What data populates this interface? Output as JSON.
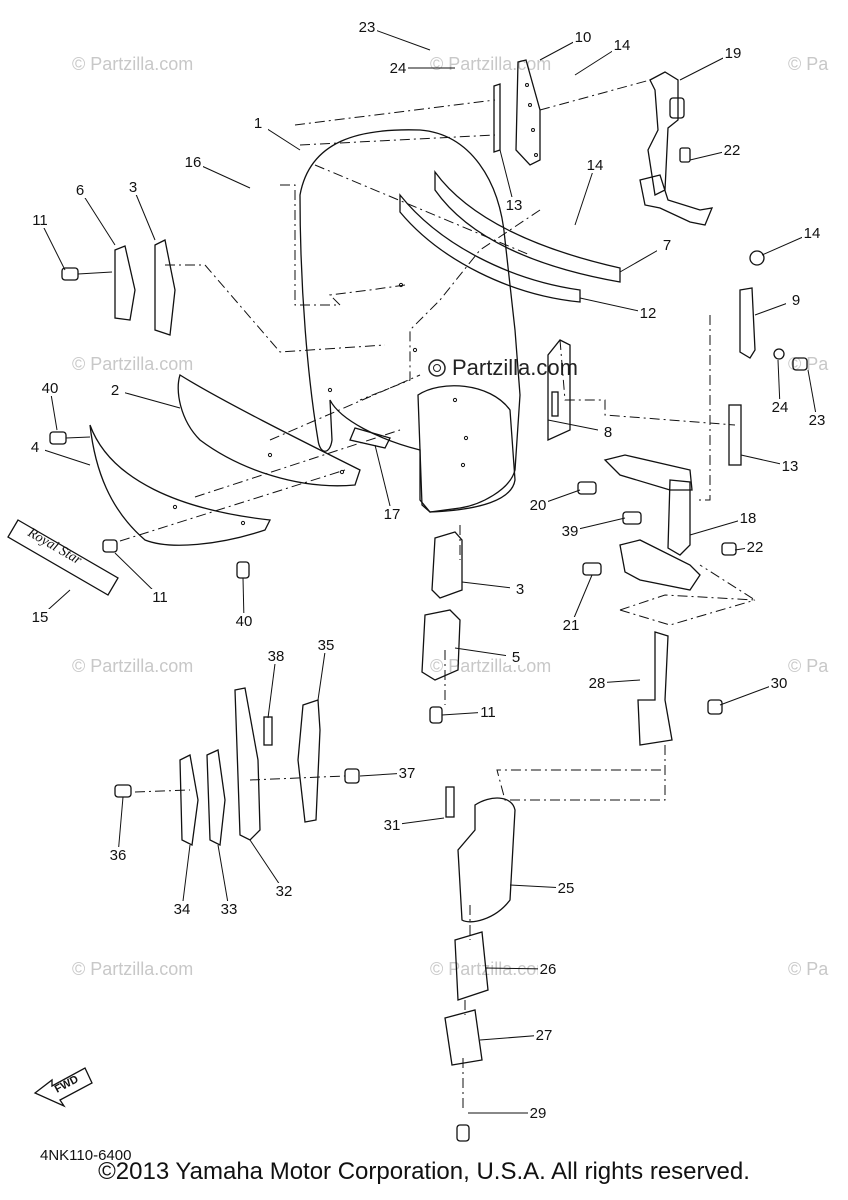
{
  "diagram_code": "4NK110-6400",
  "fwd_label": "FWD",
  "brand_emblem": "Royal Star",
  "watermark_text": "© Partzilla.com",
  "watermark_text_cut": "© Pa",
  "center_watermark": "Partzilla.com",
  "copyright": "©2013 Yamaha Motor Corporation, U.S.A. All rights reserved.",
  "callouts": [
    "1",
    "2",
    "3",
    "3",
    "4",
    "5",
    "6",
    "7",
    "8",
    "9",
    "10",
    "11",
    "11",
    "11",
    "12",
    "13",
    "13",
    "14",
    "14",
    "14",
    "15",
    "16",
    "17",
    "18",
    "19",
    "20",
    "21",
    "22",
    "22",
    "23",
    "23",
    "24",
    "24",
    "25",
    "26",
    "27",
    "28",
    "29",
    "30",
    "31",
    "32",
    "33",
    "34",
    "35",
    "36",
    "37",
    "38",
    "39",
    "40",
    "40"
  ]
}
